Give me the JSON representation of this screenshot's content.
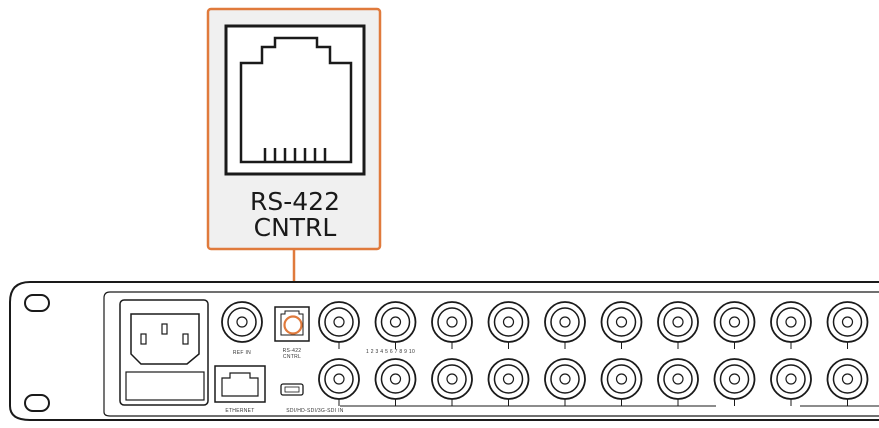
{
  "callout": {
    "line1": "RS-422",
    "line2": "CNTRL",
    "accent_color": "#e07a3c"
  },
  "panel_labels": {
    "ref_in": "REF IN",
    "rs422_line1": "RS-422",
    "rs422_line2": "CNTRL",
    "ethernet": "ETHERNET",
    "sdi_out": "SDI/HD-SDI/3G-SDI IN",
    "sdi_in_group": "1 2 3 4 5 6 7 8 9 10"
  },
  "icons": [
    "rj11-jack-icon",
    "iec-power-inlet-icon",
    "rj45-ethernet-port-icon",
    "mini-usb-port-icon",
    "bnc-connector-icon",
    "rack-ear-hole-icon"
  ]
}
